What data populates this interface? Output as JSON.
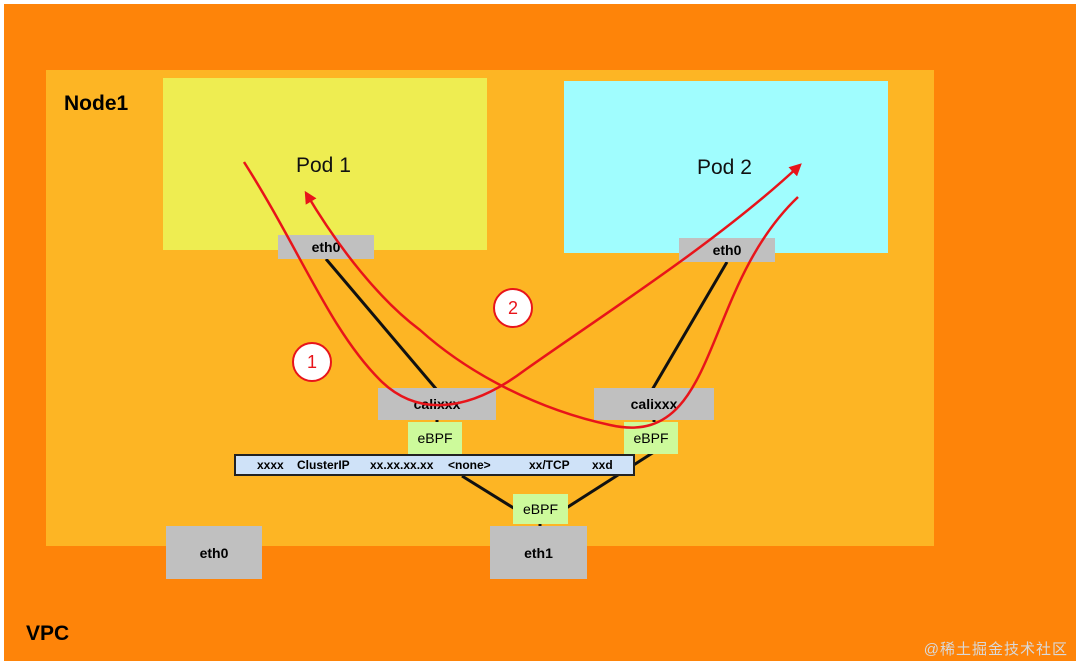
{
  "vpc": {
    "label": "VPC"
  },
  "node": {
    "label": "Node1"
  },
  "pods": [
    {
      "title": "Pod 1",
      "nic": "eth0",
      "color": "#eeed51"
    },
    {
      "title": "Pod 2",
      "nic": "eth0",
      "color": "#a0fdfe"
    }
  ],
  "interfaces": {
    "cali_left": "calixxx",
    "cali_right": "calixxx",
    "host_eth0": "eth0",
    "host_eth1": "eth1"
  },
  "ebpf": {
    "left": "eBPF",
    "right": "eBPF",
    "bottom": "eBPF"
  },
  "service_row": {
    "name": "xxxx",
    "type": "ClusterIP",
    "cluster_ip": "xx.xx.xx.xx",
    "external_ip": "<none>",
    "ports": "xx/TCP",
    "age": "xxd"
  },
  "markers": {
    "one": "1",
    "two": "2"
  },
  "watermark": "@稀土掘金技术社区",
  "colors": {
    "vpc": "#fe8409",
    "node": "#fdb524",
    "nic": "#c0c0c0",
    "ebpf": "#cdfa9b",
    "service": "#cfe2f8",
    "flow": "#e8141a"
  }
}
